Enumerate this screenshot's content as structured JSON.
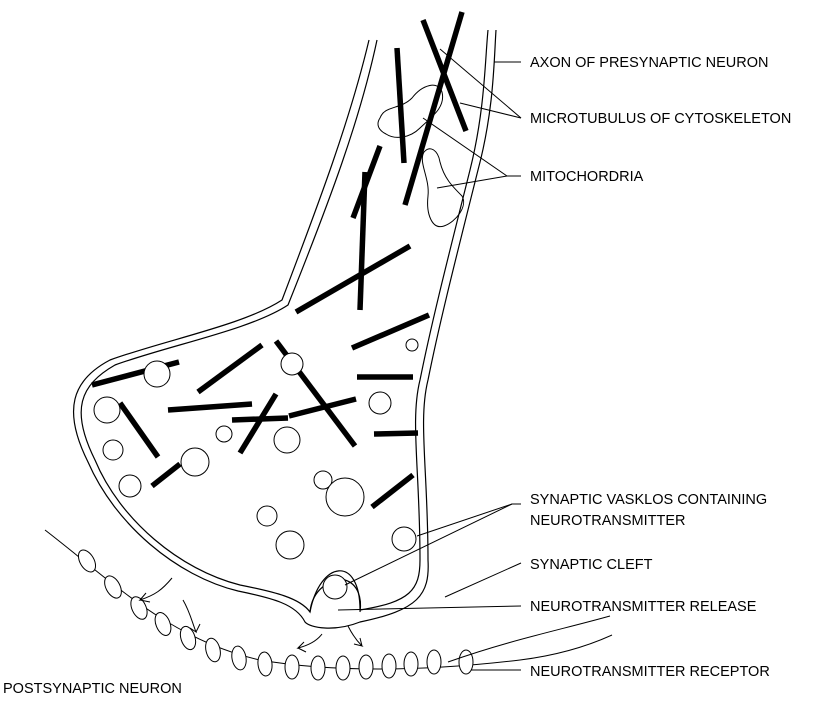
{
  "labels": {
    "axon": "AXON OF PRESYNAPTIC NEURON",
    "microtubulus": "MICROTUBULUS OF CYTOSKELETON",
    "mitochondria": "MITOCHORDRIA",
    "vesicles_line1": "SYNAPTIC VASKLOS CONTAINING",
    "vesicles_line2": "NEUROTRANSMITTER",
    "cleft": "SYNAPTIC CLEFT",
    "release": "NEUROTRANSMITTER RELEASE",
    "receptor": "NEUROTRANSMITTER RECEPTOR",
    "postsynaptic": "POSTSYNAPTIC NEURON"
  },
  "icons": {
    "microtubule": "microtubule-rod-icon",
    "vesicle": "synaptic-vesicle-icon",
    "mitochondrion": "mitochondrion-icon",
    "receptor": "receptor-oval-icon",
    "arrow": "release-arrow-icon"
  }
}
